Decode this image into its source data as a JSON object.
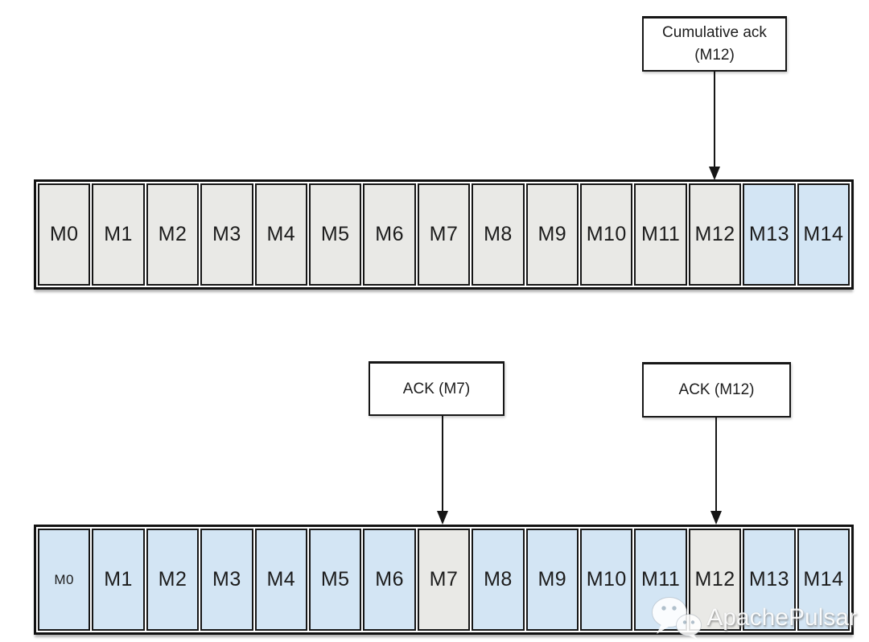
{
  "colors": {
    "acked_fill": "#e9e9e6",
    "unacked_fill": "#d3e5f4",
    "line": "#161616",
    "background": "#ffffff"
  },
  "cumulative_label": {
    "line1": "Cumulative ack",
    "line2": "(M12)"
  },
  "ack_m7_label": "ACK (M7)",
  "ack_m12_label": "ACK (M12)",
  "arrows": [
    {
      "name": "cumulative-ack-arrow",
      "points_to": "M12"
    },
    {
      "name": "ack-m7-arrow",
      "points_to": "M7"
    },
    {
      "name": "ack-m12-arrow",
      "points_to": "M12"
    }
  ],
  "top_row": {
    "cells": [
      {
        "label": "M0",
        "state": "acked"
      },
      {
        "label": "M1",
        "state": "acked"
      },
      {
        "label": "M2",
        "state": "acked"
      },
      {
        "label": "M3",
        "state": "acked"
      },
      {
        "label": "M4",
        "state": "acked"
      },
      {
        "label": "M5",
        "state": "acked"
      },
      {
        "label": "M6",
        "state": "acked"
      },
      {
        "label": "M7",
        "state": "acked"
      },
      {
        "label": "M8",
        "state": "acked"
      },
      {
        "label": "M9",
        "state": "acked"
      },
      {
        "label": "M10",
        "state": "acked"
      },
      {
        "label": "M11",
        "state": "acked"
      },
      {
        "label": "M12",
        "state": "acked"
      },
      {
        "label": "M13",
        "state": "unacked"
      },
      {
        "label": "M14",
        "state": "unacked"
      }
    ]
  },
  "bottom_row": {
    "cells": [
      {
        "label": "M0",
        "state": "unacked"
      },
      {
        "label": "M1",
        "state": "unacked"
      },
      {
        "label": "M2",
        "state": "unacked"
      },
      {
        "label": "M3",
        "state": "unacked"
      },
      {
        "label": "M4",
        "state": "unacked"
      },
      {
        "label": "M5",
        "state": "unacked"
      },
      {
        "label": "M6",
        "state": "unacked"
      },
      {
        "label": "M7",
        "state": "acked"
      },
      {
        "label": "M8",
        "state": "unacked"
      },
      {
        "label": "M9",
        "state": "unacked"
      },
      {
        "label": "M10",
        "state": "unacked"
      },
      {
        "label": "M11",
        "state": "unacked"
      },
      {
        "label": "M12",
        "state": "acked"
      },
      {
        "label": "M13",
        "state": "unacked"
      },
      {
        "label": "M14",
        "state": "unacked"
      }
    ]
  },
  "watermark": {
    "text": "ApachePulsar",
    "icon": "wechat-icon"
  }
}
